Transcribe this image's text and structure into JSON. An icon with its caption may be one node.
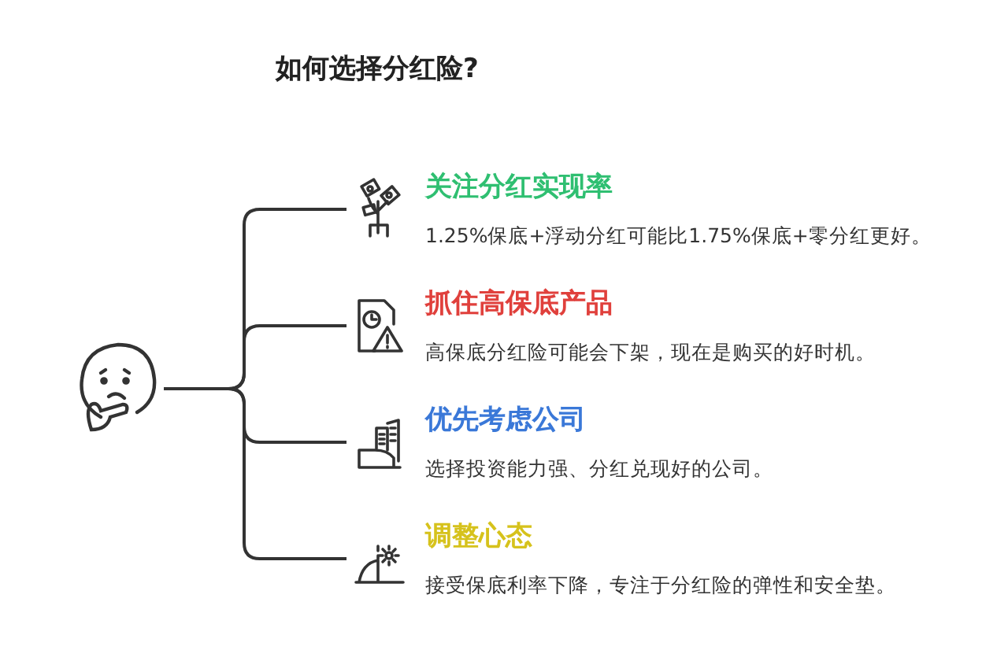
{
  "diagram": {
    "title": "如何选择分红险?",
    "nodes": [
      {
        "text": [],
        "shape": "picture"
      },
      {
        "text": [
          "关注分红实现率",
          "1.25%保底+浮动分红可能比1.75%保底+零分红更好。"
        ]
      },
      {
        "text": [
          "抓住高保底产品",
          "高保底分红险可能会下架，现在是购买的好时机。"
        ]
      },
      {
        "text": [
          "优先考虑公司",
          "选择投资能力强、分红兑现好的公司。"
        ]
      },
      {
        "text": [
          "调整心态",
          "接受保底利率下降，专注于分红险的弹性和安全垫。"
        ]
      }
    ],
    "edges": [
      {
        "from": 0,
        "to": 1,
        "arrow": "none"
      },
      {
        "from": 0,
        "to": 2,
        "arrow": "none"
      },
      {
        "from": 0,
        "to": 3,
        "arrow": "none"
      },
      {
        "from": 0,
        "to": 4,
        "arrow": "none"
      }
    ]
  }
}
